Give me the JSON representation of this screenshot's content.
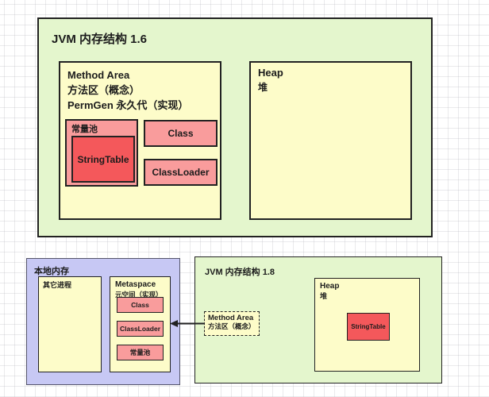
{
  "colors": {
    "green": "#e4f6cd",
    "yellow": "#fdfcc9",
    "pink": "#f99c9c",
    "red": "#f4585b",
    "purple": "#c7c8f4",
    "border_dark": "#222222"
  },
  "jvm16": {
    "title": "JVM 内存结构 1.6",
    "method_area": {
      "title_en": "Method Area",
      "title_cn": "方法区（概念）",
      "permgen": "PermGen 永久代（实现）",
      "constant_pool_label": "常量池",
      "string_table_label": "StringTable",
      "class_label": "Class",
      "classloader_label": "ClassLoader"
    },
    "heap": {
      "title_en": "Heap",
      "title_cn": "堆"
    }
  },
  "native_memory": {
    "title": "本地内存",
    "other_process_label": "其它进程",
    "metaspace": {
      "title_en": "Metaspace",
      "title_cn": "元空间（实现）",
      "items": [
        "Class",
        "ClassLoader",
        "常量池"
      ]
    }
  },
  "jvm18": {
    "title": "JVM 内存结构 1.8",
    "method_area": {
      "title_en": "Method Area",
      "title_cn": "方法区（概念）"
    },
    "heap": {
      "title_en": "Heap",
      "title_cn": "堆",
      "string_table_label": "StringTable"
    }
  }
}
